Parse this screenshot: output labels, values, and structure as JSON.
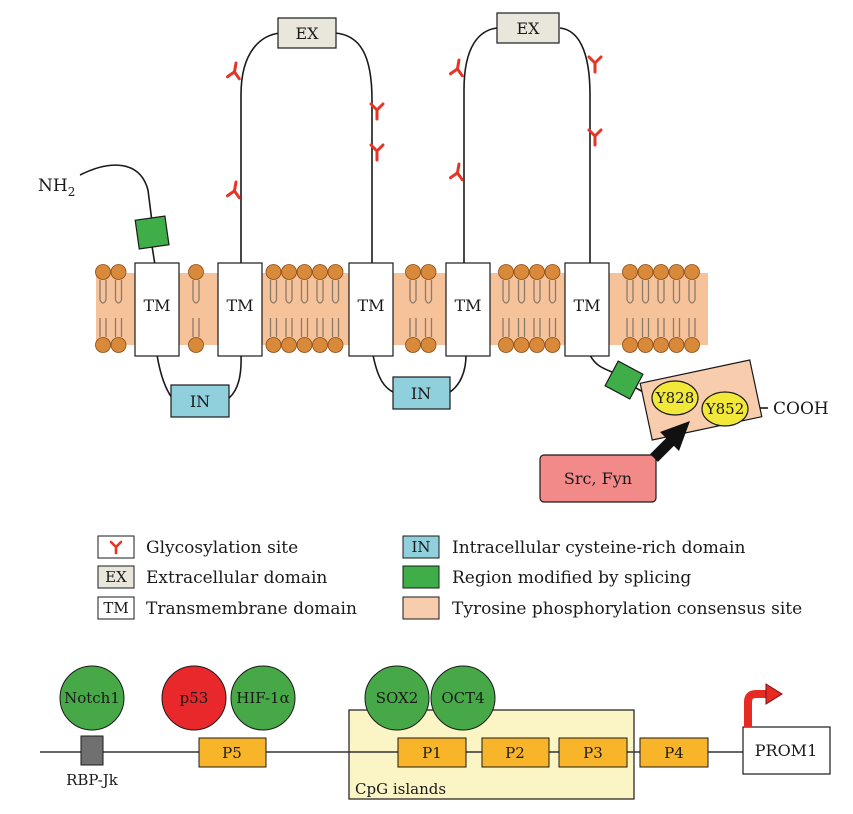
{
  "top_diagram": {
    "nh2_label": "NH",
    "nh2_sub": "2",
    "cooh_label": "COOH",
    "ex_labels": [
      "EX",
      "EX"
    ],
    "tm_labels": [
      "TM",
      "TM",
      "TM",
      "TM",
      "TM"
    ],
    "in_labels": [
      "IN",
      "IN"
    ],
    "phospho_sites": [
      "Y828",
      "Y852"
    ],
    "kinase_label": "Src, Fyn"
  },
  "legend": {
    "items": [
      {
        "key": "glyco",
        "symbol": "",
        "label": "Glycosylation site"
      },
      {
        "key": "ex",
        "symbol": "EX",
        "label": "Extracellular domain"
      },
      {
        "key": "tm",
        "symbol": "TM",
        "label": "Transmembrane domain"
      },
      {
        "key": "in",
        "symbol": "IN",
        "label": "Intracellular cysteine-rich domain"
      },
      {
        "key": "splice",
        "symbol": "",
        "label": "Region modified by splicing"
      },
      {
        "key": "tyr",
        "symbol": "",
        "label": "Tyrosine phosphorylation consensus site"
      }
    ]
  },
  "promoter_diagram": {
    "factors": [
      "Notch1",
      "p53",
      "HIF-1α",
      "SOX2",
      "OCT4"
    ],
    "rbp_label": "RBP-Jk",
    "promoters": [
      "P5",
      "P1",
      "P2",
      "P3",
      "P4"
    ],
    "cpg_label": "CpG islands",
    "gene_label": "PROM1"
  },
  "colors": {
    "membrane": "#f6c29a",
    "lipid_head": "#d9893a",
    "ex_fill": "#e9e7dc",
    "in_fill": "#8fd0dc",
    "splice_green": "#3fae49",
    "tyr_fill": "#f8cdae",
    "y_site": "#f1e83a",
    "kinase_fill": "#f28a8a",
    "glyco_red": "#e53526",
    "factor_green": "#47a847",
    "p53_red": "#e8282b",
    "promoter_orange": "#f9b52a",
    "cpg_fill": "#fbf4c4"
  }
}
